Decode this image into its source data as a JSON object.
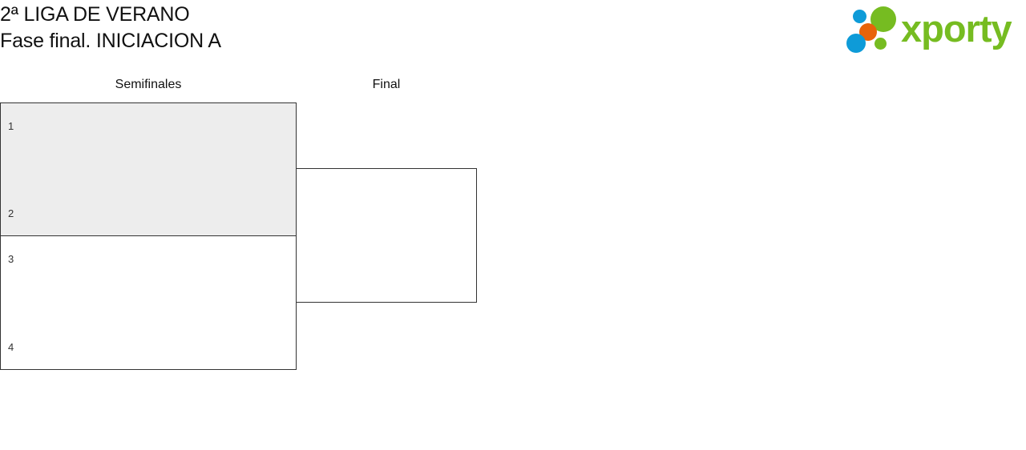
{
  "header": {
    "title_line1": "2ª LIGA DE VERANO",
    "title_line2": "Fase final. INICIACION A",
    "logo": {
      "wordmark": "xporty",
      "colors": {
        "green": "#76bc21",
        "blue": "#0e9bd8",
        "orange": "#e8630a"
      },
      "dots": [
        {
          "name": "blue-small-dot",
          "color": "#0e9bd8"
        },
        {
          "name": "green-large-dot",
          "color": "#76bc21"
        },
        {
          "name": "orange-dot",
          "color": "#e8630a"
        },
        {
          "name": "blue-large-dot",
          "color": "#0e9bd8"
        },
        {
          "name": "green-small-dot",
          "color": "#76bc21"
        }
      ]
    }
  },
  "bracket": {
    "rounds": [
      {
        "label": "Semifinales"
      },
      {
        "label": "Final"
      }
    ],
    "matches": [
      {
        "id": "sf1",
        "round": "Semifinales",
        "shaded": true,
        "top_seed": "1",
        "bottom_seed": "2"
      },
      {
        "id": "sf2",
        "round": "Semifinales",
        "shaded": false,
        "top_seed": "3",
        "bottom_seed": "4"
      },
      {
        "id": "f1",
        "round": "Final",
        "shaded": false,
        "top_seed": "",
        "bottom_seed": ""
      }
    ],
    "colors": {
      "border": "#333333",
      "shaded_fill": "#ededed",
      "plain_fill": "#ffffff",
      "seed_text": "#333333"
    }
  }
}
